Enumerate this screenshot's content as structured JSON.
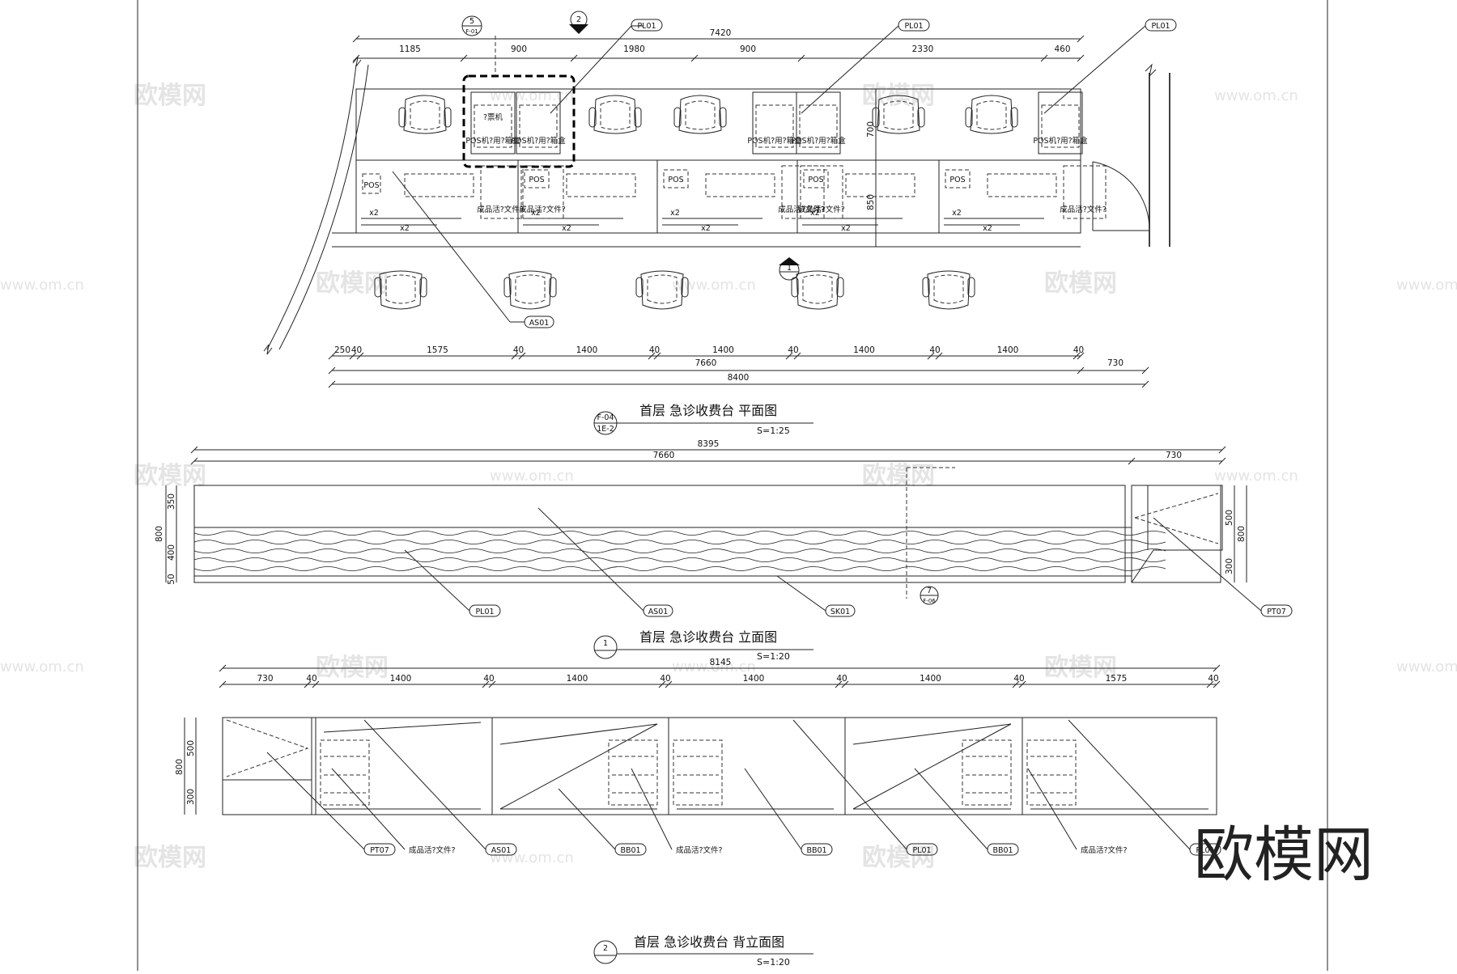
{
  "watermark": {
    "text": "欧模网",
    "url": "www.om.cn"
  },
  "plan": {
    "title": "首层  急诊收费台    平面图",
    "scale": "S=1:25",
    "marker_top": "F-04",
    "marker_bottom": "1E-2",
    "top_dims": [
      "1185",
      "900",
      "1980",
      "900",
      "2330",
      "460"
    ],
    "top_total": "7420",
    "vertical_dims": [
      "700",
      "850"
    ],
    "bottom_dims": [
      "250",
      "40",
      "1575",
      "40",
      "1400",
      "40",
      "1400",
      "40",
      "1400",
      "40",
      "1400",
      "40"
    ],
    "bottom_total_1": "7660",
    "bottom_right": "730",
    "bottom_total_2": "8400",
    "callout_top_left": {
      "num": "5",
      "ref": "F-01"
    },
    "callout_top_mid": "2",
    "callout_center": "1",
    "tags": [
      "PL01",
      "PL01",
      "AS01"
    ],
    "cell_labels": {
      "printer": "?票机",
      "pos_box": "POS机?用?箱盒",
      "pos": "POS",
      "fin": "成品活?文件?",
      "x2": "x2"
    }
  },
  "elev1": {
    "title": "首层  急诊收费台    立面图",
    "scale": "S=1:20",
    "marker": "1",
    "total": "8395",
    "dim_left": "7660",
    "dim_right": "730",
    "left_dims": [
      "350",
      "400",
      "50"
    ],
    "left_total": "800",
    "right_dims": [
      "500",
      "300"
    ],
    "right_total": "800",
    "callout": {
      "num": "7",
      "ref": "F-06"
    },
    "tags": [
      "PL01",
      "AS01",
      "SK01",
      "PT07"
    ]
  },
  "elev2": {
    "title": "首层  急诊收费台    背立面图",
    "scale": "S=1:20",
    "marker": "2",
    "total": "8145",
    "dims": [
      "730",
      "40",
      "1400",
      "40",
      "1400",
      "40",
      "1400",
      "40",
      "1400",
      "40",
      "1575",
      "40"
    ],
    "left_dims": [
      "500",
      "300"
    ],
    "left_total": "800",
    "tags": [
      "PT07",
      "成品活?文件?",
      "AS01",
      "BB01",
      "成品活?文件?",
      "BB01",
      "PL01",
      "BB01",
      "成品活?文件?",
      "PL01"
    ]
  }
}
